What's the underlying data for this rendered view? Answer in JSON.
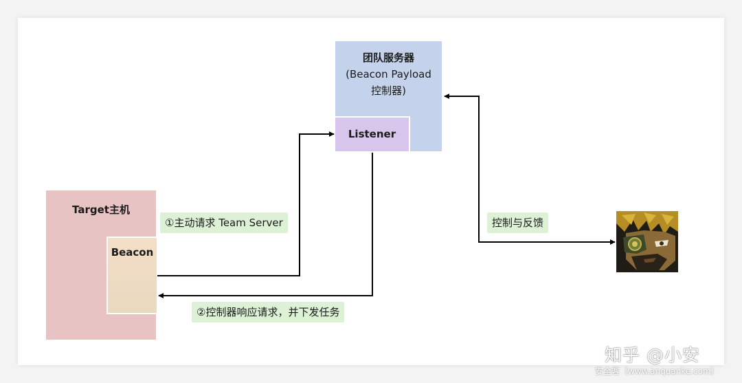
{
  "server": {
    "title": "团队服务器",
    "subtitle_line1": "(Beacon Payload",
    "subtitle_line2": "控制器)",
    "color": "#c5d2ec"
  },
  "listener": {
    "label": "Listener",
    "color": "#d7c5ec"
  },
  "target": {
    "label": "Target主机",
    "color": "#e8c3c3"
  },
  "beacon": {
    "label": "Beacon",
    "color": "#f3dec6"
  },
  "edges": {
    "request_label": "①主动请求 Team Server",
    "response_label": "②控制器响应请求，并下发任务",
    "control_label": "控制与反馈",
    "label_color": "#ddf1d6"
  },
  "avatar": {
    "icon": "attacker-avatar-icon"
  },
  "watermark": {
    "text": "知乎 @小安",
    "subtext": "安全客（www.anquanke.com）"
  }
}
